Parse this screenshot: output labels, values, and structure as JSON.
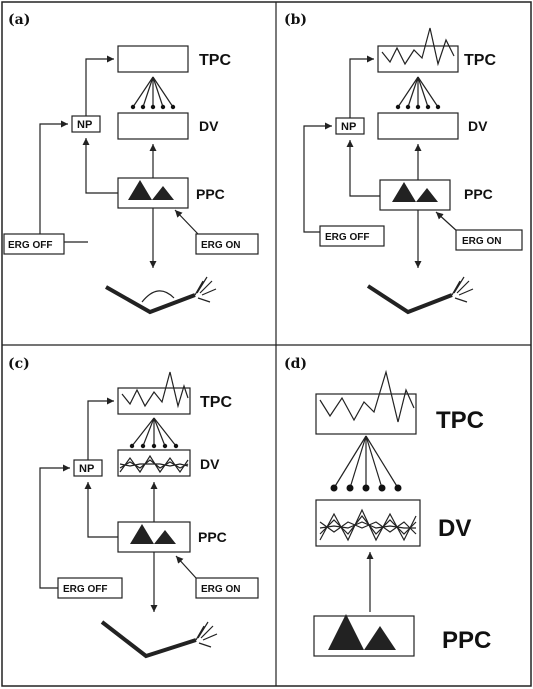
{
  "panels": [
    {
      "id": "a",
      "label": "(a)",
      "tpc": "TPC",
      "dv": "DV",
      "ppc": "PPC",
      "np": "NP",
      "erg_off": "ERG OFF",
      "erg_on": "ERG ON"
    },
    {
      "id": "b",
      "label": "(b)",
      "tpc": "TPC",
      "dv": "DV",
      "ppc": "PPC",
      "np": "NP",
      "erg_off": "ERG OFF",
      "erg_on": "ERG ON"
    },
    {
      "id": "c",
      "label": "(c)",
      "tpc": "TPC",
      "dv": "DV",
      "ppc": "PPC",
      "np": "NP",
      "erg_off": "ERG OFF",
      "erg_on": "ERG ON"
    },
    {
      "id": "d",
      "label": "(d)",
      "tpc": "TPC",
      "dv": "DV",
      "ppc": "PPC"
    }
  ],
  "colors": {
    "ink": "#222222",
    "background": "#ffffff"
  }
}
